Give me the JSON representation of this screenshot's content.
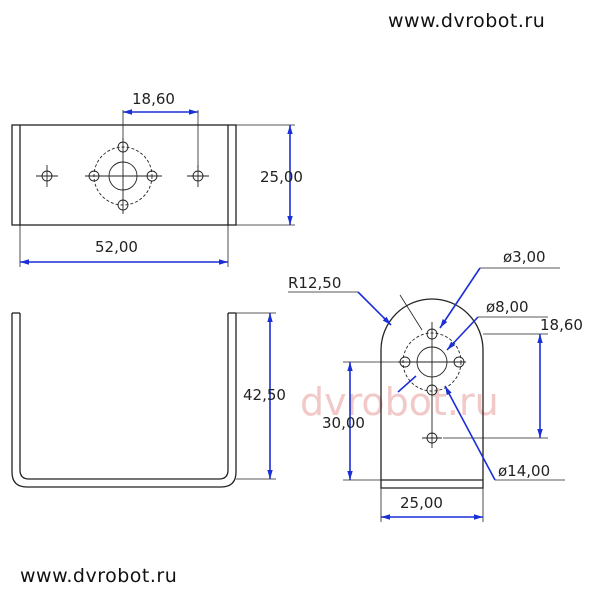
{
  "watermarks": {
    "top_url": "www.dvrobot.ru",
    "bottom_url": "www.dvrobot.ru",
    "center_mark": "dvrobot.ru"
  },
  "dimensions": {
    "hole_spacing_top": "18,60",
    "height_top": "25,00",
    "width_top": "52,00",
    "height_front": "42,50",
    "radius": "R12,50",
    "hole_small": "ø3,00",
    "hole_medium": "ø8,00",
    "hole_spacing_side": "18,60",
    "height_side": "30,00",
    "hole_circle": "ø14,00",
    "width_side": "25,00"
  },
  "colors": {
    "dimension_line": "#1a2fd6",
    "part_line": "#222222",
    "watermark": "#f2c9c9"
  }
}
